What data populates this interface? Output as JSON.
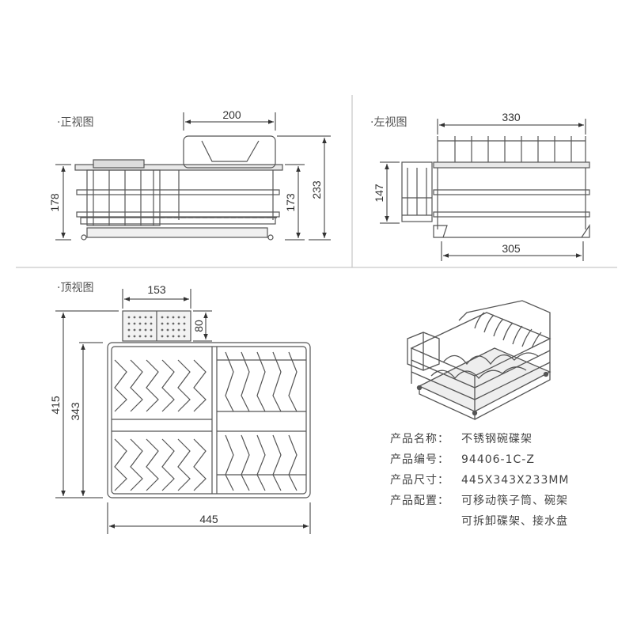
{
  "views": {
    "front": {
      "title": "·正视图",
      "dims": {
        "width": "200",
        "h1": "178",
        "h2": "173",
        "h3": "233"
      }
    },
    "left": {
      "title": "·左视图",
      "dims": {
        "top": "330",
        "bottom": "305",
        "h": "147"
      }
    },
    "top": {
      "title": "·顶视图",
      "dims": {
        "cup_w": "153",
        "cup_d": "80",
        "depth_outer": "415",
        "depth_inner": "343",
        "width": "445"
      }
    }
  },
  "specs": {
    "name": {
      "label": "产品名称：",
      "value": "不锈钢碗碟架"
    },
    "code": {
      "label": "产品编号：",
      "value": "94406-1C-Z"
    },
    "size": {
      "label": "产品尺寸：",
      "value": "445X343X233MM"
    },
    "config": {
      "label": "产品配置：",
      "value": "可移动筷子筒、碗架",
      "value2": "可拆卸碟架、接水盘"
    }
  },
  "colors": {
    "line": "#444444",
    "fill": "#888888"
  }
}
